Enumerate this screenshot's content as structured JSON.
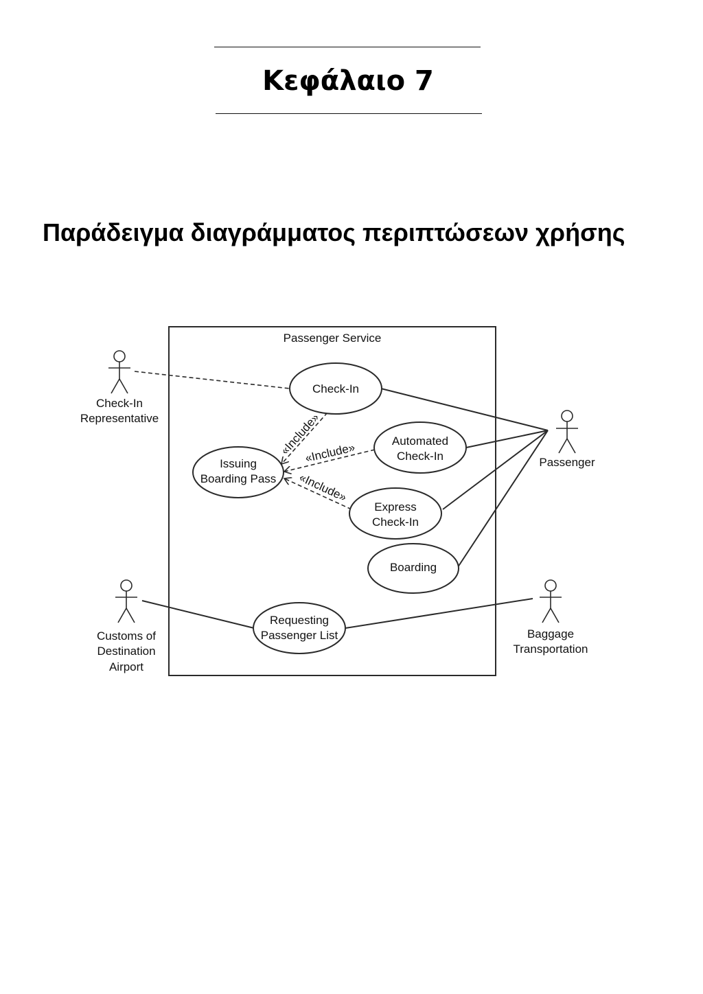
{
  "header": {
    "chapter_title": "Κεφάλαιο 7",
    "section_heading": "Παράδειγμα διαγράμματος περιπτώσεων χρήσης"
  },
  "diagram": {
    "system_boundary_label": "Passenger Service",
    "actors": {
      "checkin_rep": [
        "Check-In",
        "Representative"
      ],
      "passenger": [
        "Passenger"
      ],
      "customs": [
        "Customs of",
        "Destination",
        "Airport"
      ],
      "baggage": [
        "Baggage",
        "Transportation"
      ]
    },
    "use_cases": {
      "checkin": [
        "Check-In"
      ],
      "issuing": [
        "Issuing",
        "Boarding Pass"
      ],
      "automated": [
        "Automated",
        "Check-In"
      ],
      "express": [
        "Express",
        "Check-In"
      ],
      "boarding": [
        "Boarding"
      ],
      "requesting": [
        "Requesting",
        "Passenger List"
      ]
    },
    "include_label": "«Include»"
  }
}
